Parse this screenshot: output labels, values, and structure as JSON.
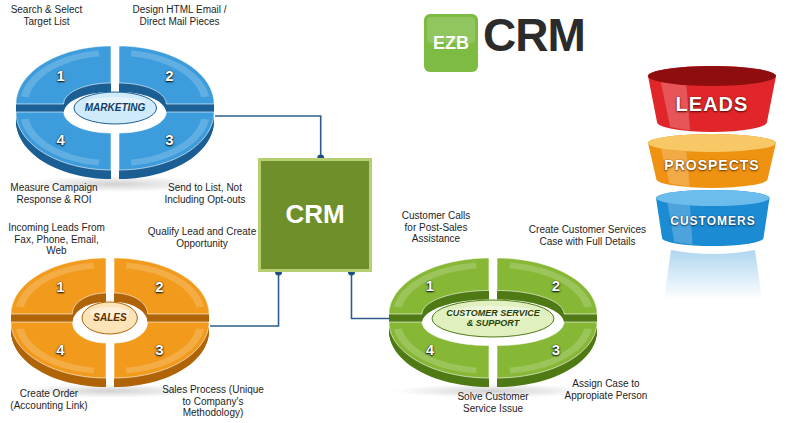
{
  "diagram": {
    "nodes": [
      {
        "text": [
          "MARKETING"
        ]
      },
      {
        "text": [
          "1"
        ]
      },
      {
        "text": [
          "2"
        ]
      },
      {
        "text": [
          "3"
        ]
      },
      {
        "text": [
          "4"
        ]
      },
      {
        "text": [
          "EZB"
        ]
      },
      {
        "text": [
          "CRM"
        ]
      },
      {
        "text": [
          "LEADS"
        ]
      },
      {
        "text": [
          "PROSPECTS"
        ]
      },
      {
        "text": [
          "CUSTOMERS"
        ]
      },
      {
        "text": [
          "SALES"
        ]
      },
      {
        "text": [
          "1"
        ]
      },
      {
        "text": [
          "2"
        ]
      },
      {
        "text": [
          "3"
        ]
      },
      {
        "text": [
          "4"
        ]
      },
      {
        "text": [
          "CUSTOMER SERVICE & SUPPORT"
        ]
      },
      {
        "text": [
          "1"
        ]
      },
      {
        "text": [
          "2"
        ]
      },
      {
        "text": [
          "3"
        ]
      },
      {
        "text": [
          "4"
        ]
      }
    ],
    "edges": [
      {
        "from": 3,
        "to": 6,
        "arrow": "none"
      },
      {
        "from": 13,
        "to": 6,
        "arrow": "none"
      },
      {
        "from": 16,
        "to": 6,
        "arrow": "none"
      }
    ],
    "labels": [
      "Search & Select Target List",
      "Design HTML Email / Direct Mail Pieces",
      "Send to List, Not Including Opt-outs",
      "Measure Campaign Response & ROI",
      "CRM",
      "Incoming Leads From Fax, Phone, Email, Web",
      "Qualify Lead and Create Opportunity",
      "Sales Process (Unique to Company's Methodology)",
      "Create Order (Accounting Link)",
      "Customer Calls for Post-Sales Assistance",
      "Create Customer Services Case with Full Details",
      "Assign Case to Appropiate Person",
      "Solve Customer Service Issue"
    ]
  }
}
